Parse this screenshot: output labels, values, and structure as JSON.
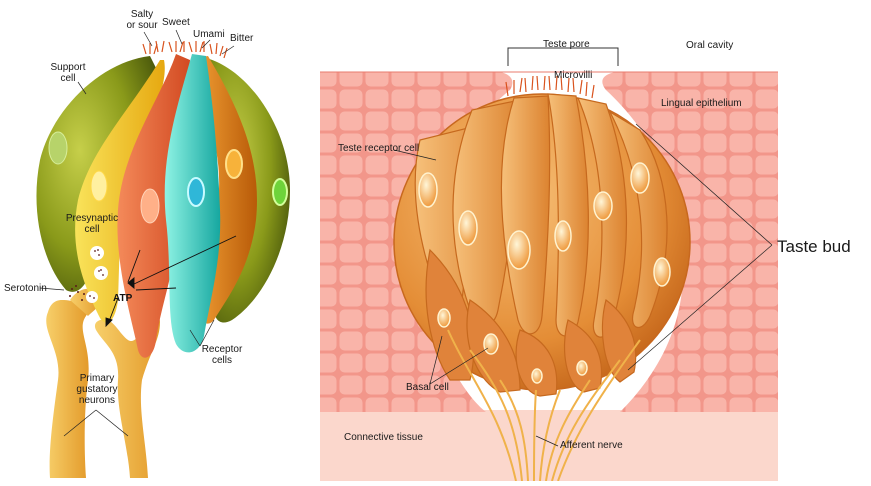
{
  "left_diagram": {
    "labels": {
      "salty_or_sour": "Salty\nor sour",
      "sweet": "Sweet",
      "umami": "Umami",
      "bitter": "Bitter",
      "support_cell": "Support\ncell",
      "presynaptic_cell": "Presynaptic\ncell",
      "serotonin": "Serotonin",
      "atp": "ATP",
      "receptor_cells": "Receptor\ncells",
      "primary_gustatory_neurons": "Primary\ngustatory\nneurons"
    }
  },
  "right_diagram": {
    "labels": {
      "taste_pore": "Teste pore",
      "oral_cavity": "Oral cavity",
      "microvilli": "Microvilli",
      "lingual_epithelium": "Lingual epithelium",
      "taste_receptor_cell": "Teste receptor cell",
      "taste_bud": "Taste bud",
      "basal_cell": "Basal cell",
      "connective_tissue": "Connective tissue",
      "afferent_nerve": "Afferent nerve"
    }
  },
  "colors": {
    "support_cell": "#8a9a1a",
    "presynaptic_cell": "#f0c020",
    "salty_receptor": "#e8683a",
    "sweet_receptor": "#3ccfc0",
    "bitter_receptor": "#d8780e",
    "neuron": "#f2b340",
    "epithelium": "#f4a49a",
    "connective_tissue": "#fbd7cc",
    "taste_bud_cells": "#e8943c"
  }
}
